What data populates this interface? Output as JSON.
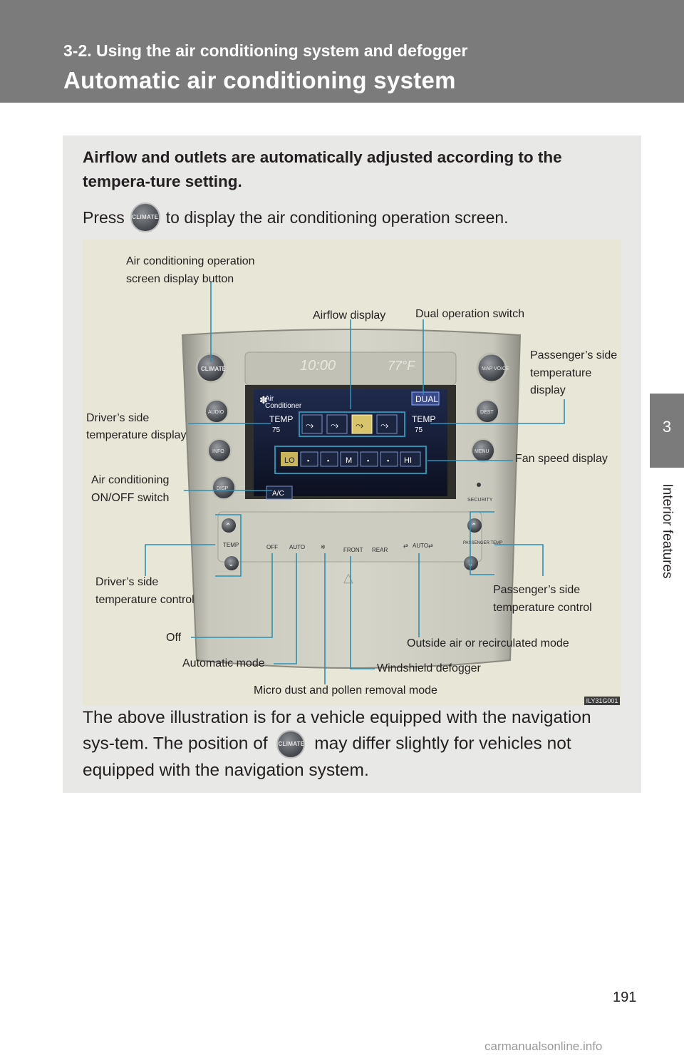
{
  "header": {
    "section": "3-2. Using the air conditioning system and defogger",
    "title": "Automatic air conditioning system"
  },
  "side_tab": {
    "number": "3",
    "label": "Interior features"
  },
  "intro": "Airflow and outlets are automatically adjusted according to the tempera-ture setting.",
  "press": {
    "before": "Press",
    "after": "to display the air conditioning operation screen."
  },
  "climate_button": "CLIMATE",
  "panel": {
    "clock": "10:00",
    "outside_temp": "77°F",
    "screen_title_1": "Air",
    "screen_title_2": "Conditioner",
    "dual": "DUAL",
    "temp_label": "TEMP",
    "driver_temp": "75",
    "passenger_temp": "75",
    "fan_speeds": [
      "LO",
      "▪",
      "▪",
      "M",
      "▪",
      "▪",
      "HI"
    ],
    "ac": "A/C",
    "left_buttons": [
      "CLIMATE",
      "AUDIO",
      "INFO",
      "DISP"
    ],
    "right_buttons": [
      "MAP VOICE",
      "DEST",
      "MENU"
    ],
    "security": "SECURITY",
    "temp_ctrl": "TEMP",
    "passenger_temp_ctrl": "PASSENGER TEMP",
    "bottom_buttons": [
      "OFF",
      "AUTO",
      "",
      "FRONT",
      "REAR",
      "",
      "AUTO",
      ""
    ]
  },
  "labels": {
    "ac_screen_button_1": "Air   conditioning   operation",
    "ac_screen_button_2": "screen display button",
    "airflow_display": "Airflow display",
    "dual_switch": "Dual operation switch",
    "passenger_temp_display_1": "Passenger’s side",
    "passenger_temp_display_2": "temperature",
    "passenger_temp_display_3": "display",
    "driver_temp_display_1": "Driver’s side",
    "driver_temp_display_2": "temperature display",
    "fan_speed_display": "Fan speed display",
    "ac_switch_1": "Air conditioning",
    "ac_switch_2": "ON/OFF switch",
    "driver_temp_control_1": "Driver’s side",
    "driver_temp_control_2": "temperature control",
    "passenger_temp_control_1": "Passenger’s side",
    "passenger_temp_control_2": "temperature control",
    "off": "Off",
    "outside_air": "Outside air or recirculated mode",
    "automatic_mode": "Automatic mode",
    "windshield_defogger": "Windshield defogger",
    "micro_dust": "Micro dust and pollen removal mode"
  },
  "illustration_code": "ILY31G001",
  "footer": {
    "before": "The above illustration is for a vehicle equipped with the navigation sys-tem. The position of",
    "after": "may differ slightly for vehicles not equipped with the navigation system."
  },
  "page_number": "191",
  "watermark": "carmanualsonline.info"
}
